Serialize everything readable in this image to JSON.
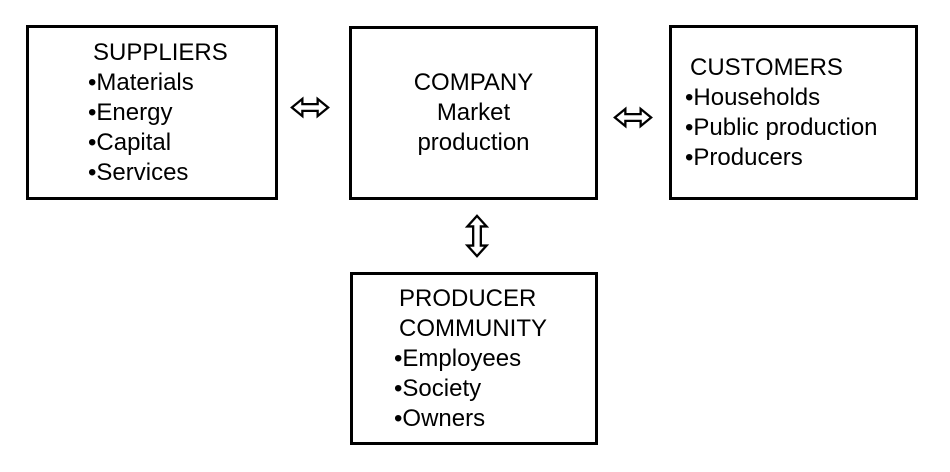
{
  "bullet_char": "•",
  "colors": {
    "background": "#ffffff",
    "box_border": "#000000",
    "text": "#000000",
    "arrow_fill": "#ffffff",
    "arrow_outline": "#000000"
  },
  "boxes": {
    "suppliers": {
      "title": "SUPPLIERS",
      "items": [
        "Materials",
        "Energy",
        "Capital",
        "Services"
      ]
    },
    "company": {
      "lines": [
        "COMPANY",
        "Market",
        "production"
      ]
    },
    "customers": {
      "title": "CUSTOMERS",
      "items": [
        "Households",
        "Public production",
        "Producers"
      ]
    },
    "producer_community": {
      "title_lines": [
        "PRODUCER",
        "COMMUNITY"
      ],
      "items": [
        "Employees",
        "Society",
        "Owners"
      ]
    }
  },
  "arrows": {
    "suppliers_company": "horizontal-double-arrow",
    "company_customers": "horizontal-double-arrow",
    "company_producer_community": "vertical-double-arrow"
  }
}
